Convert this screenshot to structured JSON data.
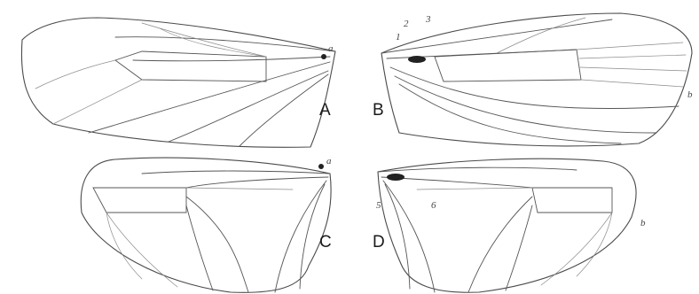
{
  "figure": {
    "panels": [
      {
        "id": "A",
        "label": "A"
      },
      {
        "id": "B",
        "label": "B"
      },
      {
        "id": "C",
        "label": "C"
      },
      {
        "id": "D",
        "label": "D"
      }
    ],
    "annotations": {
      "a_A": "a",
      "one": "1",
      "two": "2",
      "three": "3",
      "b_B": "b",
      "a_C": "a",
      "five": "5",
      "six": "6",
      "b_D": "b"
    }
  }
}
